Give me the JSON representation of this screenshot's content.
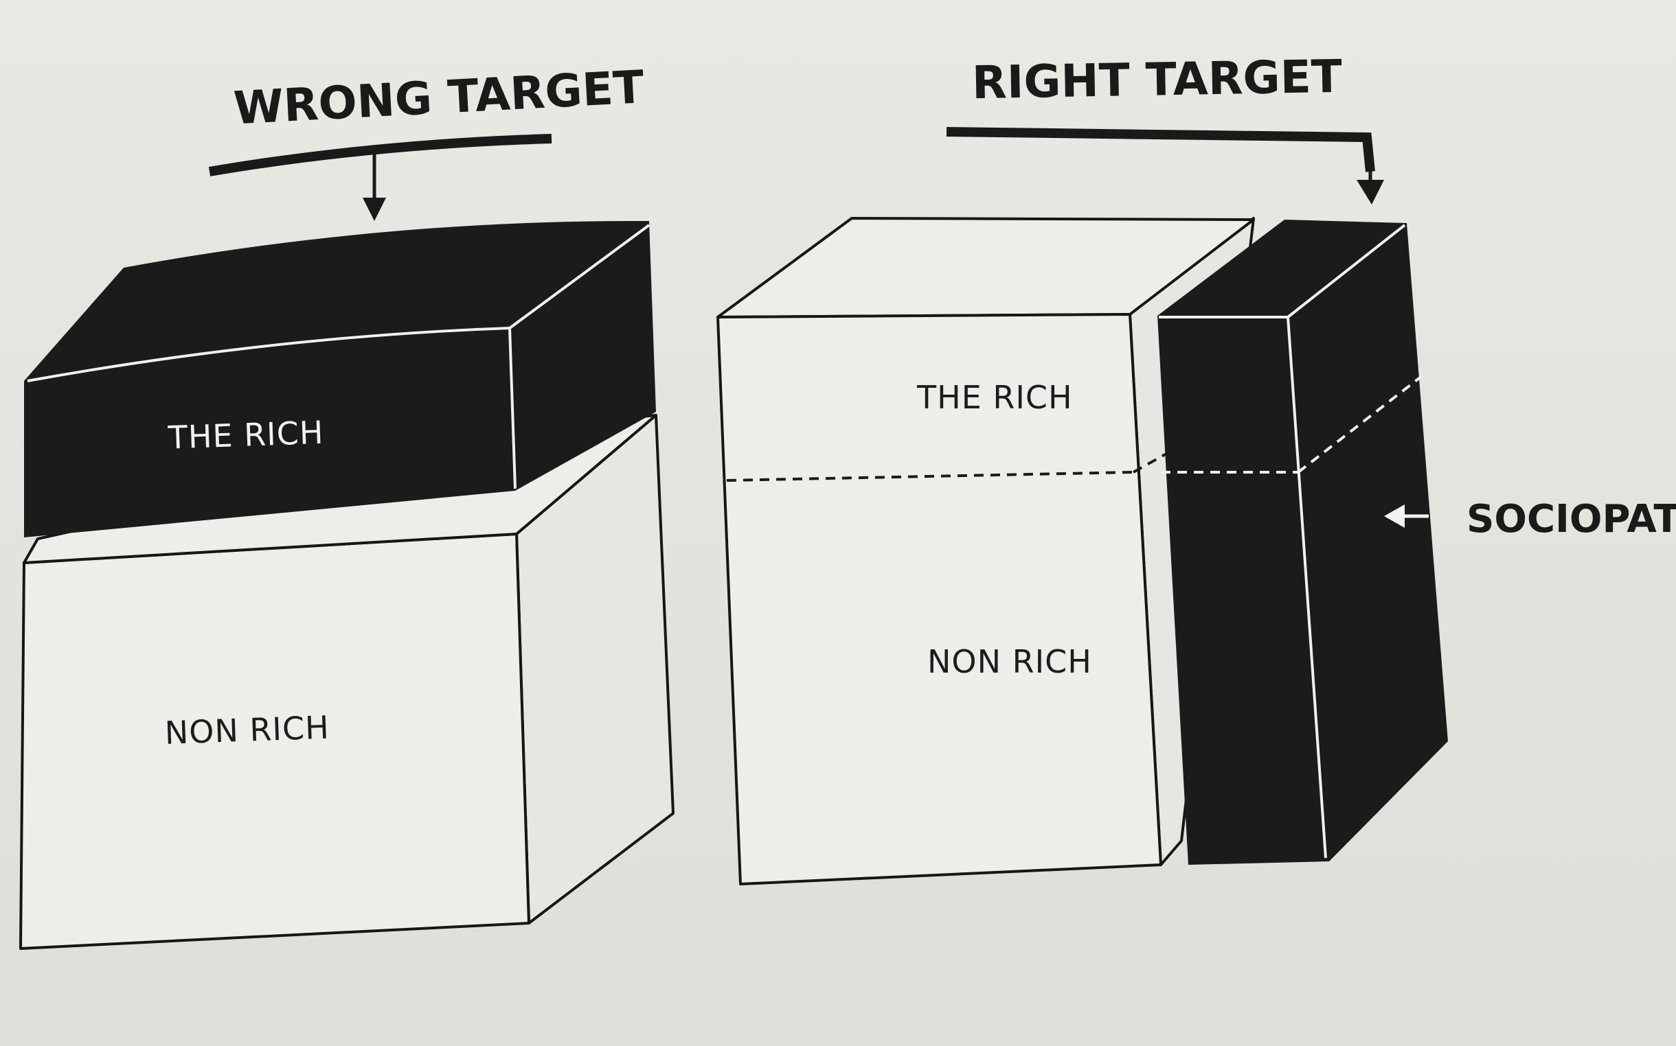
{
  "left_panel": {
    "heading": "WRONG TARGET",
    "top_box_label": "THE RICH",
    "bottom_box_label": "NON RICH"
  },
  "right_panel": {
    "heading": "RIGHT TARGET",
    "top_label": "THE RICH",
    "bottom_label": "NON RICH",
    "side_label": "SOCIOPATHS"
  },
  "colors": {
    "ink": "#1a1a1a",
    "paper": "#e4e4df"
  }
}
